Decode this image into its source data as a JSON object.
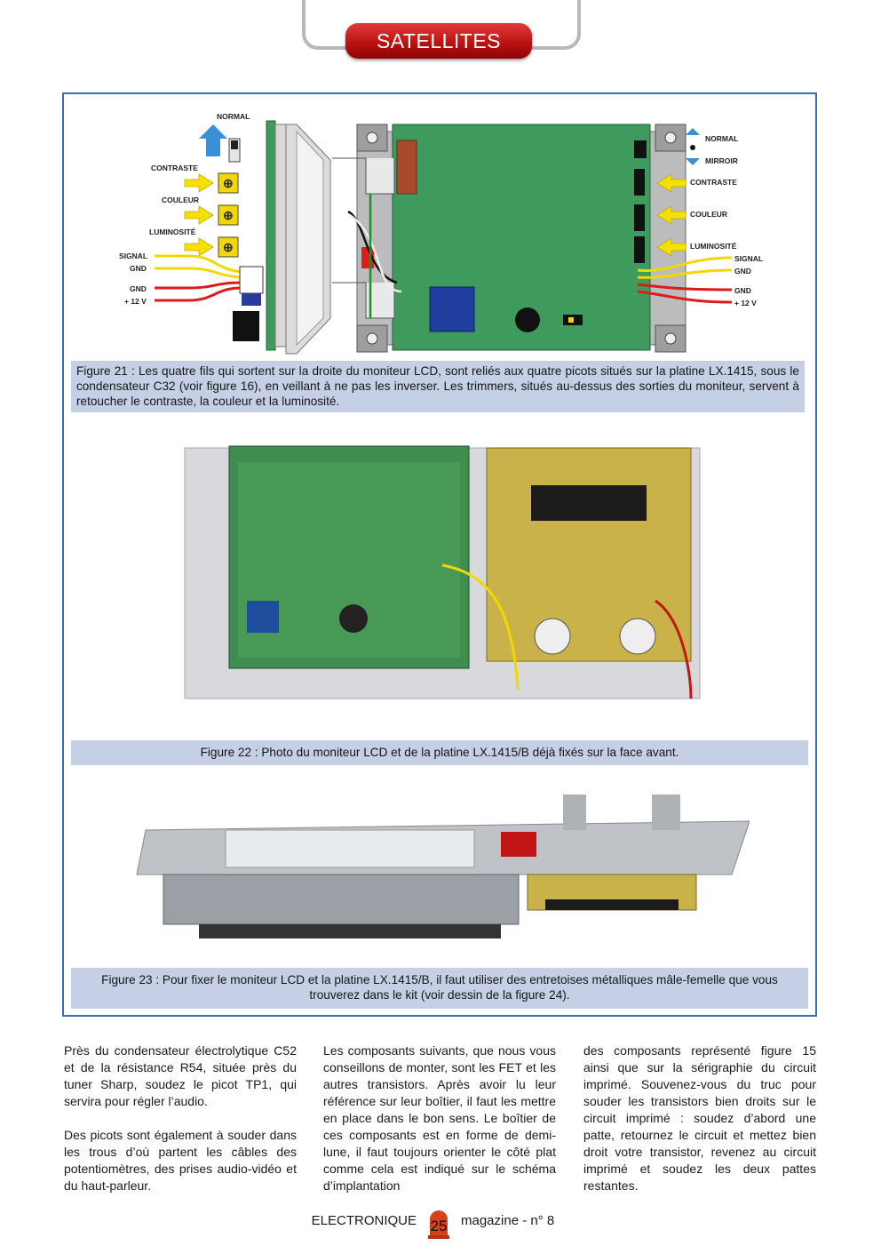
{
  "header": {
    "section": "SATELLITES"
  },
  "figure21": {
    "labels_left": {
      "normal": "NORMAL",
      "contraste": "CONTRASTE",
      "couleur": "COULEUR",
      "luminosite": "LUMINOSITÉ",
      "signal": "SIGNAL",
      "gnd1": "GND",
      "gnd2": "GND",
      "v12": "+ 12 V"
    },
    "labels_right": {
      "normal": "NORMAL",
      "miroir": "MIRROIR",
      "contraste": "CONTRASTE",
      "couleur": "COULEUR",
      "luminosite": "LUMINOSITÉ",
      "signal": "SIGNAL",
      "gnd1": "GND",
      "gnd2": "GND",
      "v12": "+ 12 V"
    },
    "caption": "Figure 21 : Les quatre fils qui sortent sur la droite du moniteur LCD, sont reliés aux quatre picots situés sur la platine LX.1415, sous le condensateur C32 (voir figure 16), en veillant à ne pas les inverser. Les trimmers, situés au-dessus des sorties du moniteur, servent à retoucher le contraste, la couleur et la luminosité."
  },
  "figure22": {
    "caption": "Figure 22 : Photo du moniteur LCD et de la platine LX.1415/B déjà fixés sur la face avant."
  },
  "figure23": {
    "caption": "Figure 23 : Pour fixer le moniteur LCD et la platine LX.1415/B, il faut utiliser des entretoises métalliques mâle-femelle que vous trouverez dans le kit (voir dessin de la figure 24)."
  },
  "body": {
    "col1_p1": "Près du condensateur électrolytique C52 et de la résistance R54, située près du tuner Sharp, soudez le picot TP1, qui servira pour régler l’audio.",
    "col1_p2": "Des picots sont également à souder dans les trous d’où partent les câbles des potentiomètres, des prises audio-vidéo et du haut-parleur.",
    "col2_p1": "Les composants suivants, que nous vous conseillons de monter, sont les FET et les autres transistors. Après avoir lu leur référence sur leur boîtier, il faut les mettre en place dans le bon sens. Le boîtier de ces composants est en forme de demi-lune, il faut toujours orienter le côté plat comme cela est indiqué sur le schéma d’implantation",
    "col3_p1": "des composants représenté figure 15 ainsi que sur la sérigraphie du circuit imprimé. Souvenez-vous du truc pour souder les transistors bien droits sur le circuit imprimé : soudez d’abord une patte, retournez le circuit et mettez bien droit votre transistor, revenez au circuit imprimé et soudez les deux pattes restantes."
  },
  "footer": {
    "left": "ELECTRONIQUE",
    "page": "25",
    "right": "magazine - n° 8"
  },
  "colors": {
    "frame": "#3d6cb4",
    "caption_bg": "#c5d0e6",
    "header_red": "#c21616",
    "pcb_green": "#3f9a5e"
  }
}
